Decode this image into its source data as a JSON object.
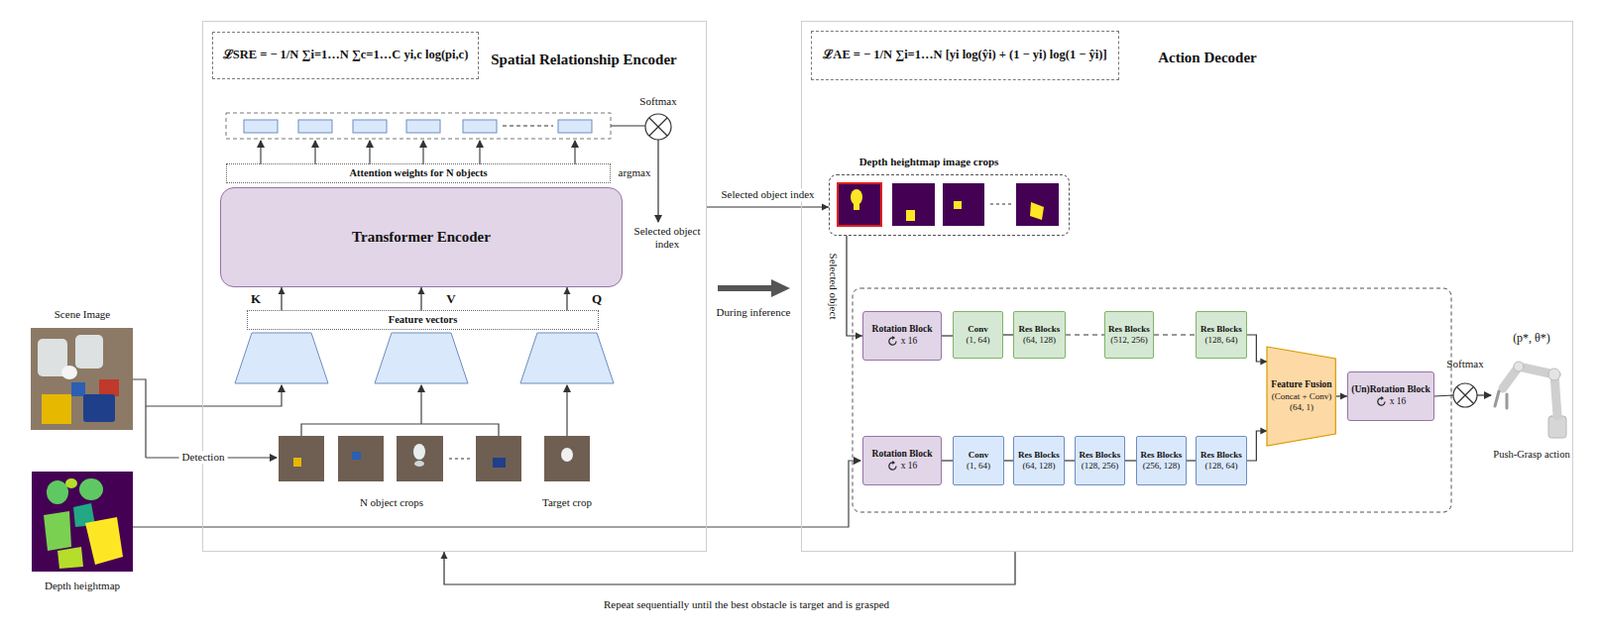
{
  "diagram": {
    "nodes": [
      {
        "text": [
          "Spatial Relationship Encoder"
        ]
      },
      {
        "text": [
          "ℒSRE = − 1/N ∑i=1…N ∑c=1…C yi,c log(pi,c)"
        ],
        "in": 0
      },
      {
        "text": [
          "Attention weights for N objects"
        ],
        "in": 0
      },
      {
        "text": [
          "Transformer Encoder"
        ],
        "in": 0
      },
      {
        "text": [
          "Feature vectors"
        ],
        "in": 0
      },
      {
        "text": [
          "Action Decoder"
        ]
      },
      {
        "text": [
          "ℒAE = − 1/N ∑i=1…N [yi log(ŷi) + (1 − yi) log(1 − ŷi)]"
        ],
        "in": 5
      },
      {
        "text": [
          "Depth heightmap image crops"
        ],
        "in": 5
      },
      {
        "text": [
          "Rotation Block",
          "x 16"
        ],
        "in": 5
      },
      {
        "text": [
          "Conv",
          "(1, 64)"
        ],
        "in": 5
      },
      {
        "text": [
          "Res Blocks",
          "(64, 128)"
        ],
        "in": 5
      },
      {
        "text": [
          "Res Blocks",
          "(512, 256)"
        ],
        "in": 5
      },
      {
        "text": [
          "Res Blocks",
          "(128, 64)"
        ],
        "in": 5
      },
      {
        "text": [
          "Rotation Block",
          "x 16"
        ],
        "in": 5
      },
      {
        "text": [
          "Conv",
          "(1, 64)"
        ],
        "in": 5
      },
      {
        "text": [
          "Res Blocks",
          "(64, 128)"
        ],
        "in": 5
      },
      {
        "text": [
          "Res Blocks",
          "(128, 256)"
        ],
        "in": 5
      },
      {
        "text": [
          "Res Blocks",
          "(256, 128)"
        ],
        "in": 5
      },
      {
        "text": [
          "Res Blocks",
          "(128, 64)"
        ],
        "in": 5
      },
      {
        "text": [
          "Feature Fusion",
          "(Concat + Conv)",
          "(64, 1)"
        ],
        "in": 5
      },
      {
        "text": [
          "(Un)Rotation Block",
          "x 16"
        ],
        "in": 5
      }
    ],
    "edges": [
      {
        "from": 4,
        "to": 3,
        "label": "K",
        "arrow": "to"
      },
      {
        "from": 4,
        "to": 3,
        "label": "V",
        "arrow": "to"
      },
      {
        "from": 4,
        "to": 3,
        "label": "Q",
        "arrow": "to"
      },
      {
        "from": 0,
        "to": 7,
        "label": "Selected object index",
        "arrow": "to"
      },
      {
        "from": 7,
        "to": 8,
        "label": "Selected object",
        "arrow": "to"
      },
      {
        "from": 8,
        "to": 9,
        "arrow": "none"
      },
      {
        "from": 9,
        "to": 10,
        "arrow": "none"
      },
      {
        "from": 10,
        "to": 11,
        "arrow": "none"
      },
      {
        "from": 11,
        "to": 12,
        "arrow": "none"
      },
      {
        "from": 12,
        "to": 19,
        "arrow": "to"
      },
      {
        "from": 13,
        "to": 14,
        "arrow": "none"
      },
      {
        "from": 14,
        "to": 15,
        "arrow": "none"
      },
      {
        "from": 15,
        "to": 16,
        "arrow": "none"
      },
      {
        "from": 16,
        "to": 17,
        "arrow": "none"
      },
      {
        "from": 17,
        "to": 18,
        "arrow": "none"
      },
      {
        "from": 18,
        "to": 19,
        "arrow": "to"
      },
      {
        "from": 19,
        "to": 20,
        "arrow": "to"
      },
      {
        "from": 5,
        "to": 0,
        "arrow": "to"
      }
    ],
    "labels": [
      "Softmax",
      "argmax",
      "Selected object index",
      "N object crops",
      "Target crop",
      "Scene Image",
      "Detection",
      "Depth heightmap",
      "During inference",
      "Softmax",
      "(p*, θ*)",
      "Push-Grasp action",
      "Repeat sequentially until the best obstacle is target and is grasped"
    ]
  }
}
